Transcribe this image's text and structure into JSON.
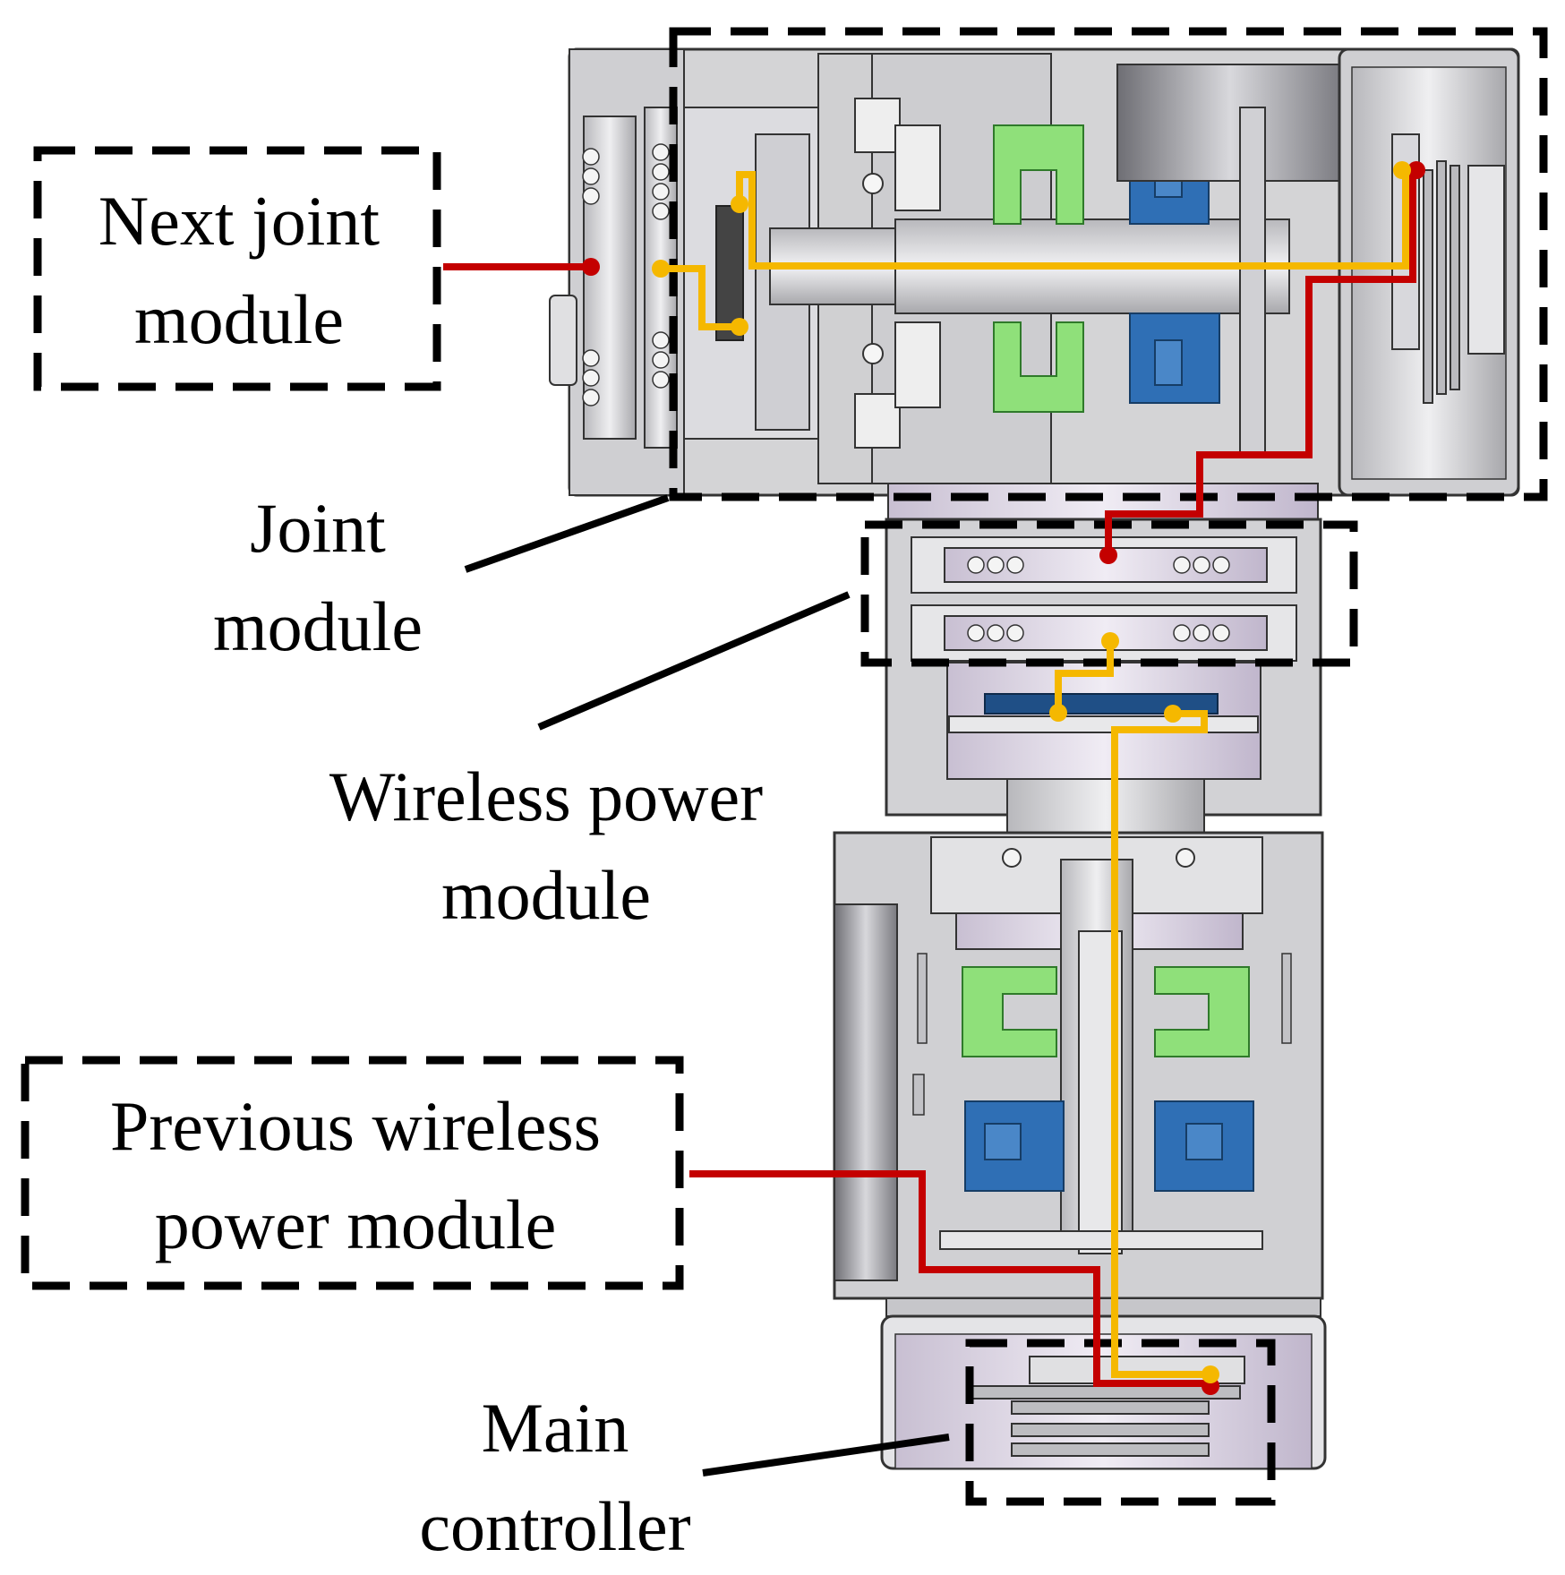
{
  "labels": {
    "next_joint": [
      "Next joint",
      "module"
    ],
    "joint": [
      "Joint",
      "module"
    ],
    "wireless_power": [
      "Wireless power",
      "module"
    ],
    "previous_wireless": [
      "Previous wireless",
      "power module"
    ],
    "main_controller": [
      "Main",
      "controller"
    ]
  },
  "colors": {
    "power_line": "#c40000",
    "signal_line": "#f5b800",
    "outline": "#000000",
    "housing": "#d6d6d8",
    "housing_dark": "#8c8c90",
    "shaft": "#e4e4e6",
    "gear_green": "#8fe07a",
    "motor_blue": "#2f6fb5",
    "coil_lilac": "#d8cfe0"
  }
}
